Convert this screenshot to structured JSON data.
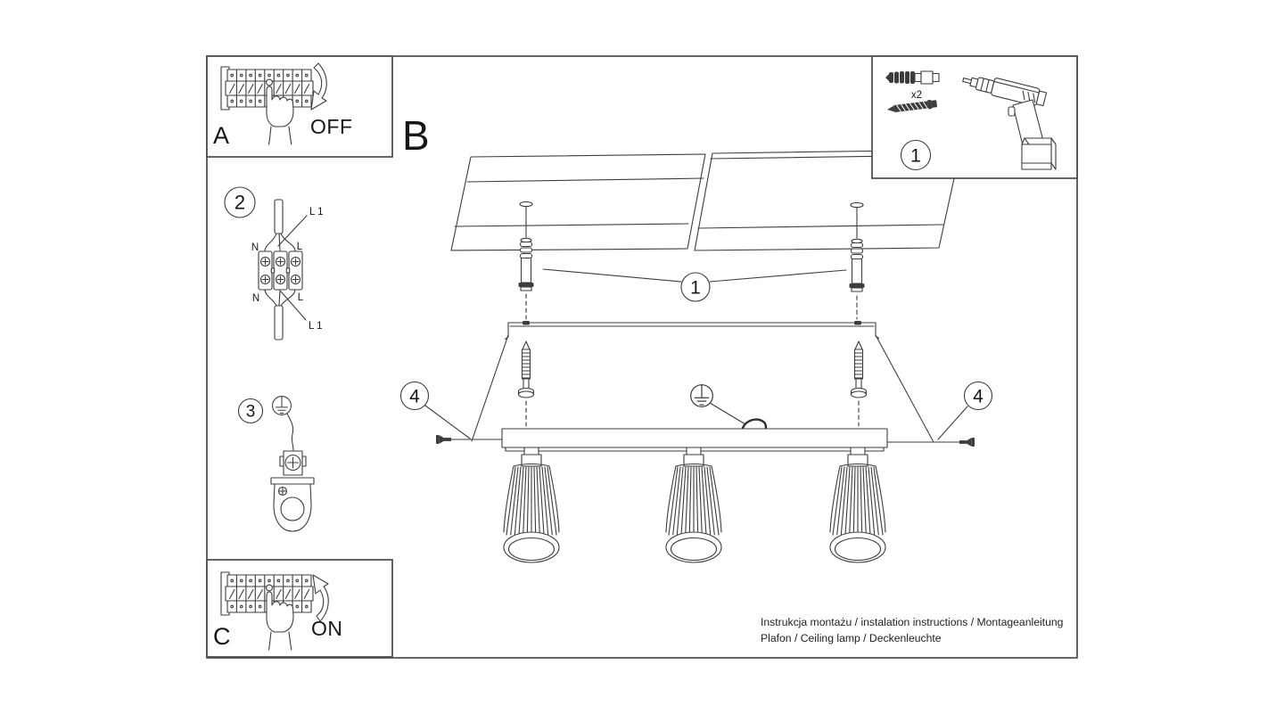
{
  "document": {
    "type": "installation-instruction-sheet"
  },
  "panel_a": {
    "label": "A",
    "action": "OFF"
  },
  "panel_b": {
    "label": "B"
  },
  "panel_c": {
    "label": "C",
    "action": "ON"
  },
  "kit": {
    "step": "1",
    "dowel_qty": "x2"
  },
  "callouts": {
    "dowel_step": "1",
    "wiring_step": "2",
    "ground_step": "3",
    "side_screw_left": "4",
    "side_screw_right": "4"
  },
  "wiring": {
    "l1_top": "L 1",
    "l1_bottom": "L 1",
    "neutral_top": "N",
    "live_top": "L",
    "neutral_bottom": "N",
    "live_bottom": "L"
  },
  "footer": {
    "line1": "Instrukcja montażu / instalation instructions / Montageanleitung",
    "line2": "Plafon / Ceiling lamp / Deckenleuchte"
  },
  "colors": {
    "line": "#3d3d3d",
    "background": "#ffffff"
  }
}
